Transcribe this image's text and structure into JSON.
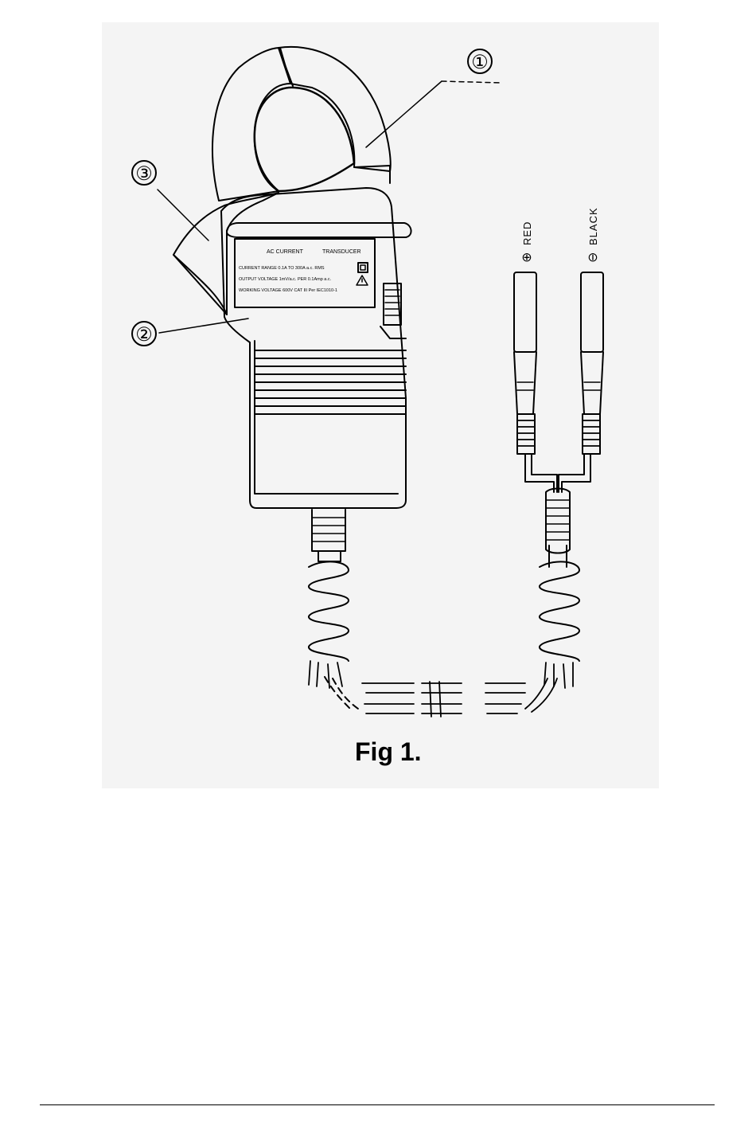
{
  "figure": {
    "caption": "Fig 1.",
    "callouts": [
      "①",
      "②",
      "③"
    ],
    "label_plate": {
      "title_left": "AC CURRENT",
      "title_right": "TRANSDUCER",
      "line1": "CURRENT RANGE 0.1A TO 300A a.c. RMS",
      "line2": "OUTPUT VOLTAGE 1mV/a.c. PER 0.1Amp a.c.",
      "line3": "WORKING VOLTAGE 600V CAT III Per IEC1010-1"
    },
    "leads": {
      "red": {
        "symbol": "⊕",
        "label": "RED"
      },
      "black": {
        "symbol": "⊖",
        "label": "BLACK"
      }
    }
  }
}
